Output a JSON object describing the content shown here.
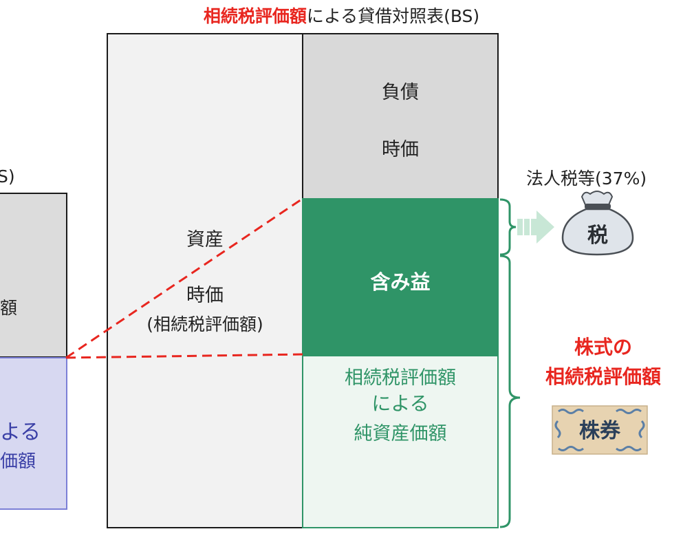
{
  "title": {
    "highlight": "相続税評価額",
    "rest": "による貸借対照表(BS)"
  },
  "left_partial": {
    "title_fragment": "S)",
    "gray_fragment": "額",
    "purple_fragment_1": "よる",
    "purple_fragment_2": "価額"
  },
  "bs": {
    "assets_label": "資産",
    "assets_value_label": "時価",
    "assets_value_paren": "(相続税評価額)",
    "liabilities_label": "負債",
    "liabilities_value_label": "時価",
    "unrealized_gain_label": "含み益",
    "net_assets_line1": "相続税評価額",
    "net_assets_line2": "による",
    "net_assets_line3": "純資産価額"
  },
  "tax": {
    "label": "法人税等(37%)",
    "bag_char": "税",
    "bag_icon": "money-bag-icon"
  },
  "stock": {
    "line1": "株式の",
    "line2": "相続税評価額",
    "certificate_text": "株券",
    "certificate_icon": "stock-certificate-icon"
  },
  "colors": {
    "accent_red": "#e8261f",
    "green": "#2f9467",
    "light_green": "#eef6f1",
    "gray": "#d9d9d9",
    "purple": "#d7d8f1",
    "purple_border": "#7b7fd6"
  }
}
